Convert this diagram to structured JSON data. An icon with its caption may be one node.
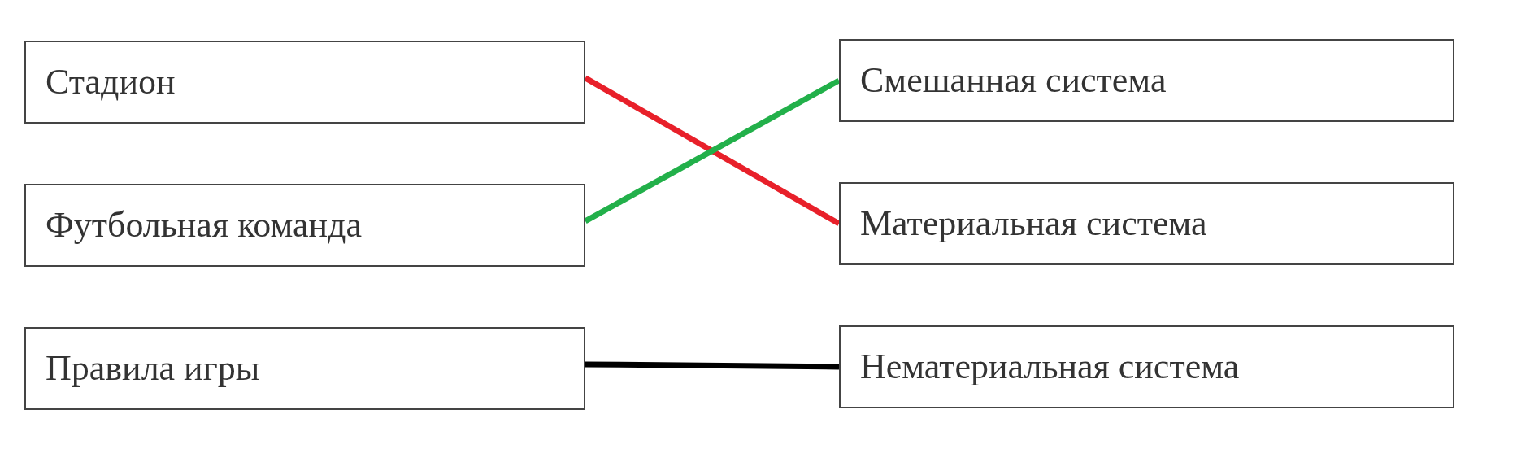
{
  "diagram": {
    "nodes": [
      {
        "text": [
          "Стадион"
        ]
      },
      {
        "text": [
          "Футбольная команда"
        ]
      },
      {
        "text": [
          "Правила игры"
        ]
      },
      {
        "text": [
          "Смешанная система"
        ]
      },
      {
        "text": [
          "Материальная система"
        ]
      },
      {
        "text": [
          "Нематериальная система"
        ]
      }
    ],
    "edges": [
      {
        "from": 0,
        "to": 4,
        "arrow": "none",
        "color": "#e8202a"
      },
      {
        "from": 1,
        "to": 3,
        "arrow": "none",
        "color": "#22b04a"
      },
      {
        "from": 2,
        "to": 5,
        "arrow": "none",
        "color": "#000000"
      }
    ]
  }
}
